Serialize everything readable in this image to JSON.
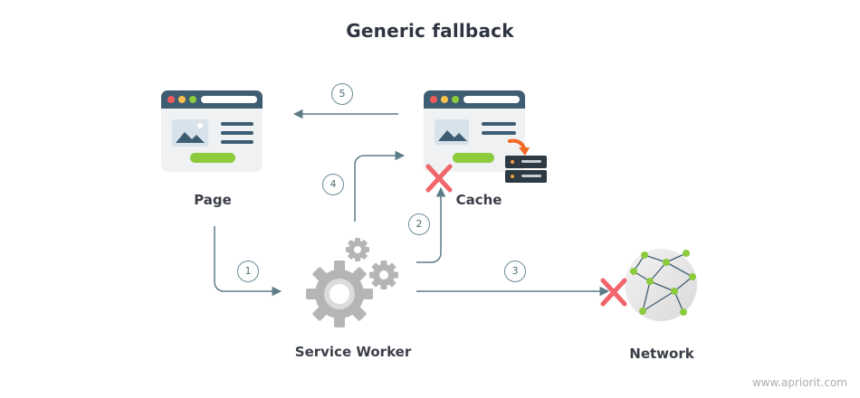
{
  "title": "Generic fallback",
  "nodes": {
    "page": "Page",
    "cache": "Cache",
    "service_worker": "Service Worker",
    "network": "Network"
  },
  "steps": [
    "1",
    "2",
    "3",
    "4",
    "5"
  ],
  "watermark": "www.apriorit.com",
  "colors": {
    "arrow": "#5c7c86",
    "fail_cross": "#f0666a",
    "button_green": "#8ccb3c",
    "window_header": "#3f5d72",
    "gear": "#b5b5b5",
    "cache_arrow": "#f06a23",
    "network_node": "#8ccb3c"
  }
}
